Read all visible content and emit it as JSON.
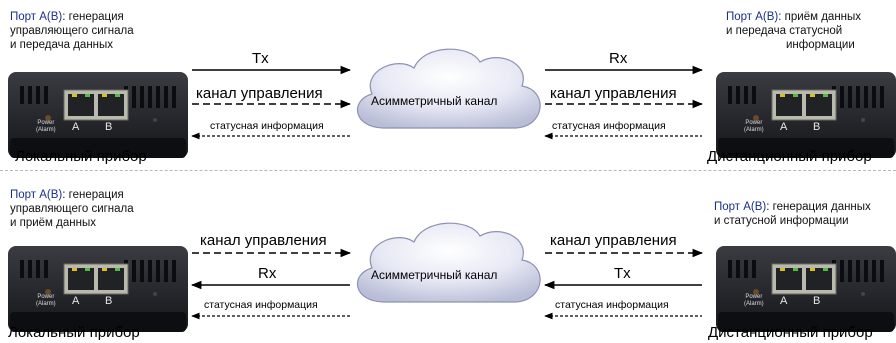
{
  "top": {
    "local_desc": {
      "port": "Порт А(В)",
      "rest": ": генерация",
      "line2": "управляющего сигнала",
      "line3": "и передача данных"
    },
    "remote_desc": {
      "port": "Порт А(В)",
      "rest": ": приём данных",
      "line2": "и передача статусной",
      "line3": "информации"
    },
    "left_main_arrow": "Tx",
    "left_control_arrow": "канал управления",
    "left_status_arrow": "статусная информация",
    "right_main_arrow": "Rx",
    "right_control_arrow": "канал управления",
    "right_status_arrow": "статусная информация",
    "cloud": "Асимметричный канал",
    "local_label": "Локальный прибор",
    "remote_label": "Дистанционный прибор"
  },
  "bottom": {
    "local_desc": {
      "port": "Порт А(В)",
      "rest": ": генерация",
      "line2": "управляющего сигнала",
      "line3": "и приём данных"
    },
    "remote_desc": {
      "port": "Порт А(В)",
      "rest": ": генерация данных",
      "line2": "и статусной информации"
    },
    "left_control_arrow": "канал управления",
    "left_main_arrow": "Rx",
    "left_status_arrow": "статусная информация",
    "right_control_arrow": "канал управления",
    "right_main_arrow": "Tx",
    "right_status_arrow": "статусная информация",
    "cloud": "Асимметричный канал",
    "local_label": "Локальный прибор",
    "remote_label": "Дистанционный прибор"
  },
  "device": {
    "power_label": "Power",
    "alarm_label": "(Alarm)",
    "port_a": "A",
    "port_b": "B"
  }
}
